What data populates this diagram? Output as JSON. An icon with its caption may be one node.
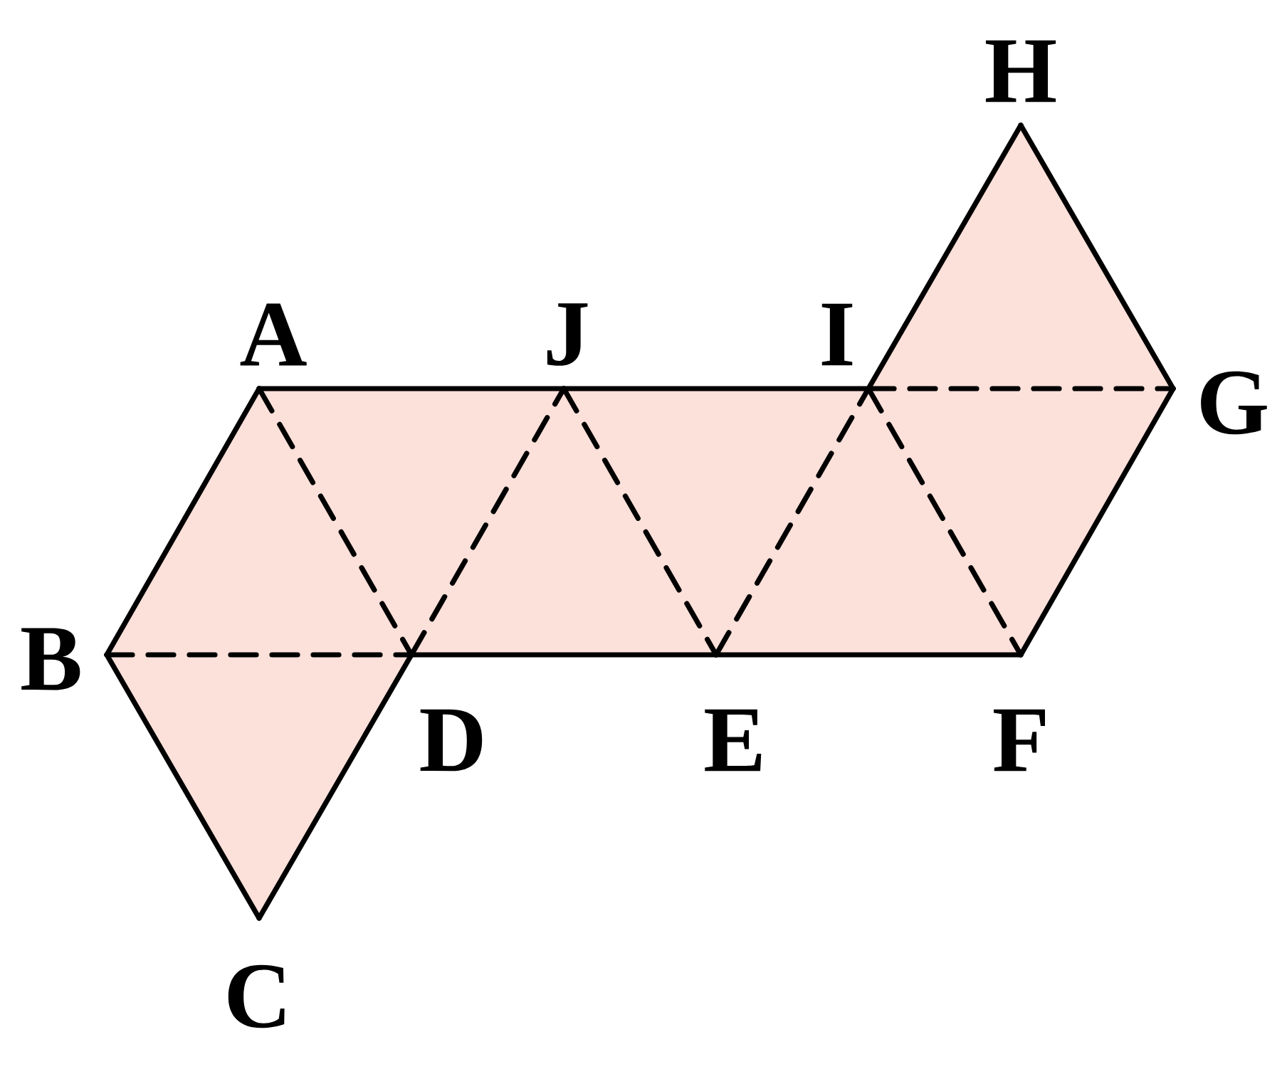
{
  "diagram": {
    "nodes": [
      {
        "text": [
          "A"
        ]
      },
      {
        "text": [
          "B"
        ]
      },
      {
        "text": [
          "C"
        ]
      },
      {
        "text": [
          "D"
        ]
      },
      {
        "text": [
          "E"
        ]
      },
      {
        "text": [
          "F"
        ]
      },
      {
        "text": [
          "G"
        ]
      },
      {
        "text": [
          "H"
        ]
      },
      {
        "text": [
          "I"
        ]
      },
      {
        "text": [
          "J"
        ]
      }
    ],
    "edges": [
      {
        "from": 0,
        "to": 9,
        "arrow": "none"
      },
      {
        "from": 9,
        "to": 8,
        "arrow": "none"
      },
      {
        "from": 8,
        "to": 7,
        "arrow": "none"
      },
      {
        "from": 7,
        "to": 6,
        "arrow": "none"
      },
      {
        "from": 6,
        "to": 5,
        "arrow": "none"
      },
      {
        "from": 5,
        "to": 4,
        "arrow": "none"
      },
      {
        "from": 4,
        "to": 3,
        "arrow": "none"
      },
      {
        "from": 3,
        "to": 2,
        "arrow": "none"
      },
      {
        "from": 2,
        "to": 1,
        "arrow": "none"
      },
      {
        "from": 1,
        "to": 0,
        "arrow": "none"
      },
      {
        "from": 1,
        "to": 3,
        "arrow": "none",
        "style": "dashed"
      },
      {
        "from": 0,
        "to": 3,
        "arrow": "none",
        "style": "dashed"
      },
      {
        "from": 3,
        "to": 9,
        "arrow": "none",
        "style": "dashed"
      },
      {
        "from": 9,
        "to": 4,
        "arrow": "none",
        "style": "dashed"
      },
      {
        "from": 4,
        "to": 8,
        "arrow": "none",
        "style": "dashed"
      },
      {
        "from": 8,
        "to": 5,
        "arrow": "none",
        "style": "dashed"
      },
      {
        "from": 8,
        "to": 6,
        "arrow": "none",
        "style": "dashed"
      }
    ]
  }
}
